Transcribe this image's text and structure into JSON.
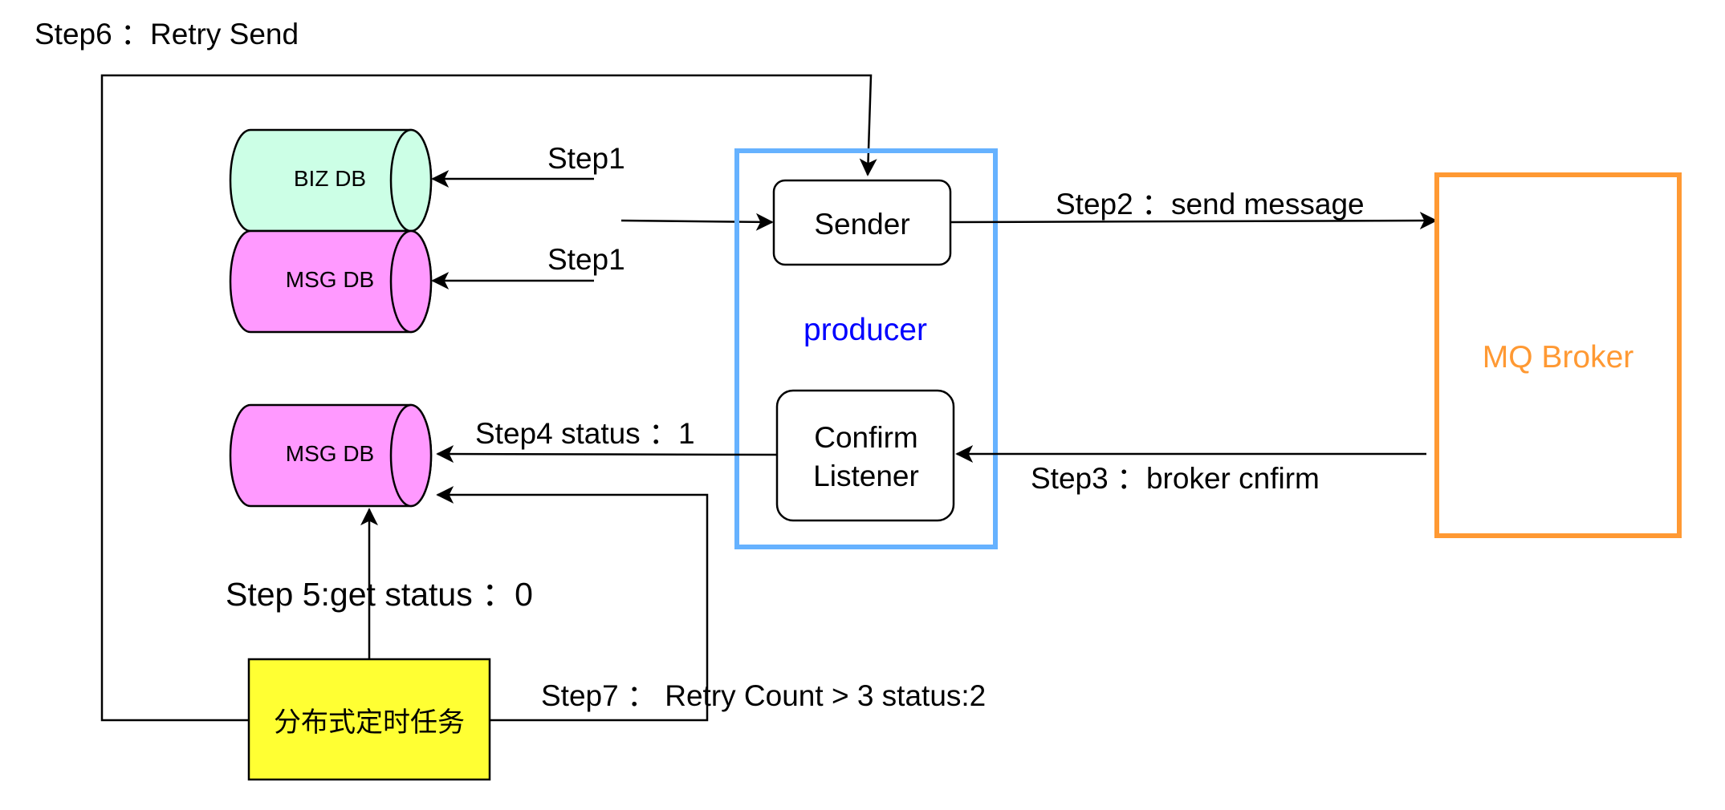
{
  "diagram": {
    "step6_label": "Step6 ：Retry Send",
    "biz_db_label": "BIZ DB",
    "msg_db_top_label": "MSG DB",
    "msg_db_bottom_label": "MSG DB",
    "step1_upper_label": "Step1",
    "step1_lower_label": "Step1",
    "sender_label": "Sender",
    "producer_label": "producer",
    "confirm_listener_line1": "Confirm",
    "confirm_listener_line2": "Listener",
    "step2_label": "Step2 ：send message",
    "mq_broker_label": "MQ Broker",
    "step3_label": "Step3 ：broker cnfirm",
    "step4_label": "Step4 status ：1",
    "step5_label": "Step 5:get status ：0",
    "scheduler_label": "分布式定时任务",
    "step7_label": "Step7 ： Retry Count > 3 status:2"
  },
  "colors": {
    "biz_db_fill": "#ccffe6",
    "msg_db_fill": "#ff99ff",
    "producer_border": "#66b2ff",
    "producer_text": "#0000ff",
    "broker_border": "#ff9933",
    "broker_text": "#ff9933",
    "scheduler_fill": "#ffff33",
    "line": "#000000"
  }
}
